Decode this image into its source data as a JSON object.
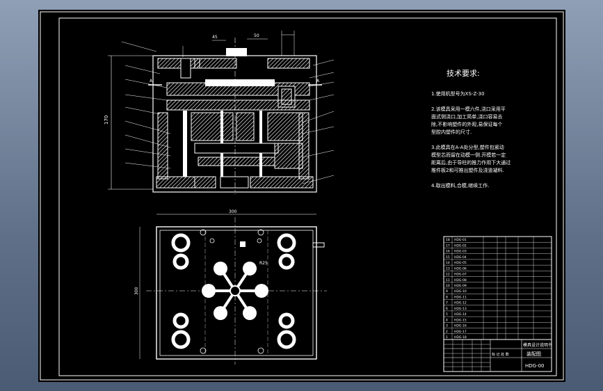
{
  "colors": {
    "background": "#000000",
    "line": "#ffffff",
    "app_frame": "#6b7c94"
  },
  "tech_requirements": {
    "title": "技术要求:",
    "items": [
      "1.使用机型号为XS-Z-30",
      "2.该模具采用一模六件,浇口采用平",
      "面式侧浇口,加工简单,浇口容易去",
      "除,不影响塑件的外观,易保证每个",
      "型腔内塑件的尺寸.",
      "3.此模具在A-A处分型,塑件包紧动",
      "模型芯而留在动模一侧.开模若一定",
      "距离后,由于导柱的推力作用下大通过",
      "推件板2和可推出塑件及浇道凝料.",
      "4.取出模料,合模,继续工作."
    ]
  },
  "dimensions": {
    "height": "170",
    "plan_width": "300",
    "plan_height": "300",
    "top_dim1": "45",
    "top_dim2": "50",
    "angle_note": "R25",
    "section_a": "A"
  },
  "title_block": {
    "project": "模具设计说明书",
    "drawing_name": "装配图",
    "drawing_number": "HDG-00",
    "scale_row": "标 记 处 数"
  },
  "bom": {
    "codes": [
      "HDG-01",
      "HDG-02",
      "HDG-03",
      "HDG-04",
      "HDG-05",
      "HDG-06",
      "HDG-07",
      "HDG-08",
      "HDG-09",
      "HDG-10",
      "HDG-11",
      "HDG-12",
      "HDG-13",
      "HDG-14",
      "HDG-15",
      "HDG-16",
      "HDG-17",
      "HDG-18"
    ]
  }
}
